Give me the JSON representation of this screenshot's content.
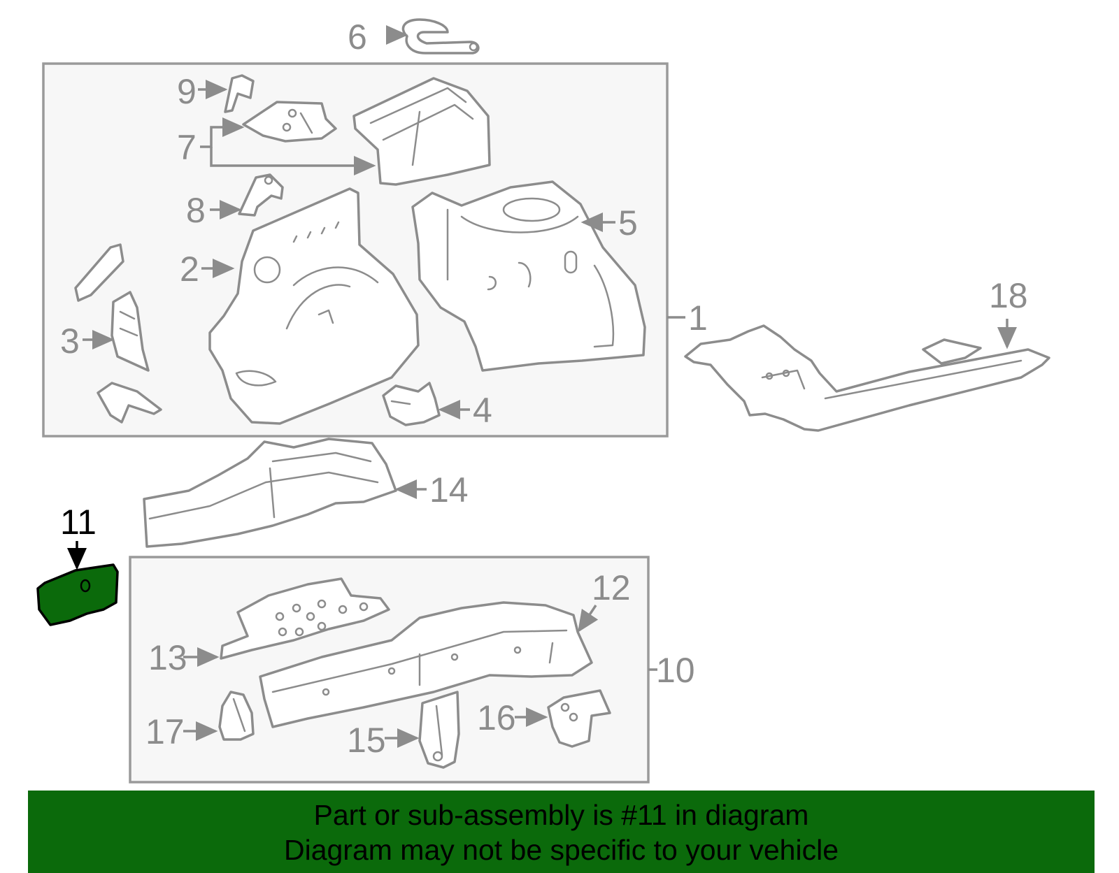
{
  "callouts": {
    "c1": "1",
    "c2": "2",
    "c3": "3",
    "c4": "4",
    "c5": "5",
    "c6": "6",
    "c7": "7",
    "c8": "8",
    "c9": "9",
    "c10": "10",
    "c11": "11",
    "c12": "12",
    "c13": "13",
    "c14": "14",
    "c15": "15",
    "c16": "16",
    "c17": "17",
    "c18": "18"
  },
  "highlighted_part": "11",
  "banner": {
    "line1": "Part or sub-assembly is #11 in diagram",
    "line2": "Diagram may not be specific to your vehicle"
  },
  "colors": {
    "banner_bg": "#0b6a0b",
    "highlight_fill": "#0b6a0b",
    "line": "#8c8c8c",
    "group_box_fill": "#f7f7f7"
  }
}
